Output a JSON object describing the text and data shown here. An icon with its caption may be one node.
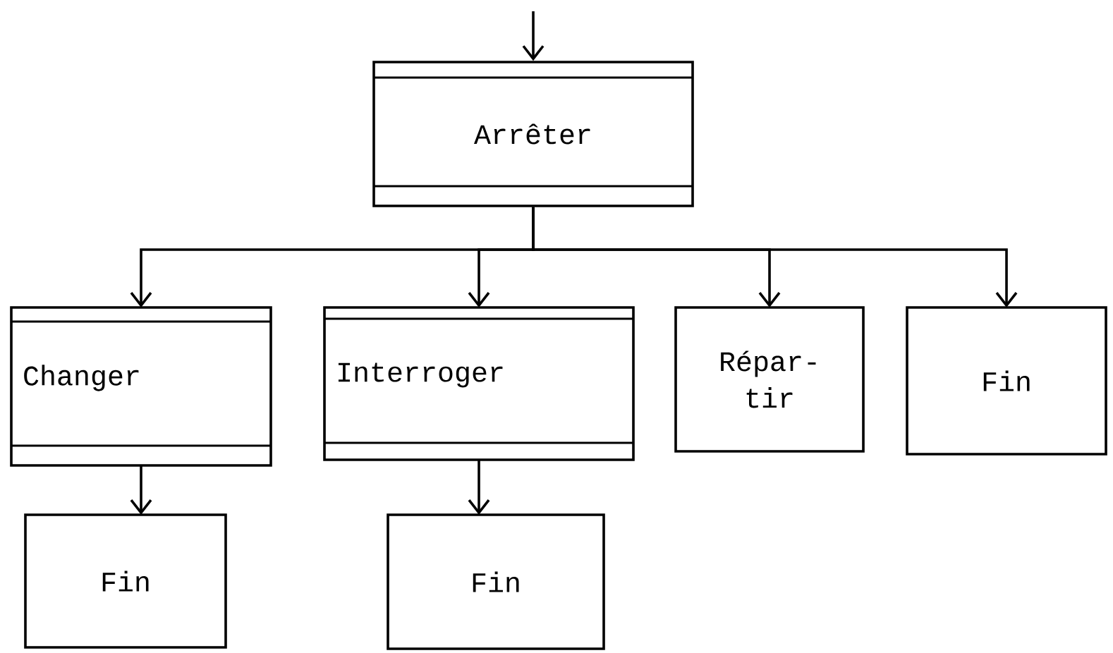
{
  "diagram": {
    "nodes": [
      {
        "text": [
          "Arrêter"
        ]
      },
      {
        "text": [
          "Changer"
        ]
      },
      {
        "text": [
          "Interroger"
        ]
      },
      {
        "text": [
          "Répar- tir"
        ]
      },
      {
        "text": [
          "Fin"
        ]
      },
      {
        "text": [
          "Fin"
        ]
      },
      {
        "text": [
          "Fin"
        ]
      }
    ],
    "edges": [
      {
        "from": null,
        "to": 0,
        "arrow": "to"
      },
      {
        "from": 0,
        "to": 1,
        "arrow": "to"
      },
      {
        "from": 0,
        "to": 2,
        "arrow": "to"
      },
      {
        "from": 0,
        "to": 3,
        "arrow": "to"
      },
      {
        "from": 0,
        "to": 4,
        "arrow": "to"
      },
      {
        "from": 1,
        "to": 5,
        "arrow": "to"
      },
      {
        "from": 2,
        "to": 6,
        "arrow": "to"
      }
    ]
  }
}
